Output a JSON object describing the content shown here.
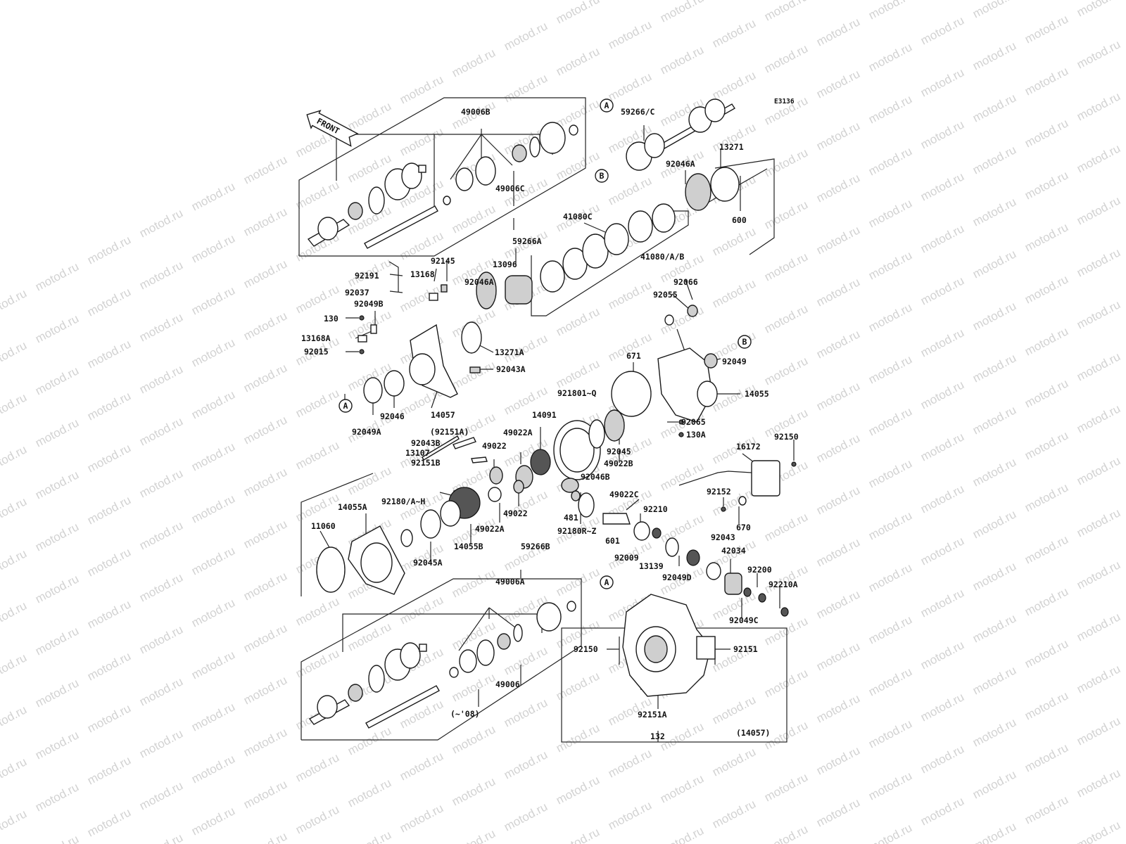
{
  "watermark": "motod.ru",
  "diagram_code": "E3136",
  "front_label": "FRONT",
  "callouts": {
    "a": "A",
    "b": "B"
  },
  "parts": {
    "p49006b": "49006B",
    "p49006c": "49006C",
    "p59266a": "59266A",
    "p59266c": "59266/C",
    "p13271": "13271",
    "p92046a_top": "92046A",
    "p600": "600",
    "p41080c": "41080C",
    "p41080ab": "41080/A/B",
    "p92191": "92191",
    "p92145": "92145",
    "p13168": "13168",
    "p13096": "13096",
    "p92046a_mid": "92046A",
    "p92037": "92037",
    "p92049b": "92049B",
    "p130": "130",
    "p13168a": "13168A",
    "p92015": "92015",
    "p13271a": "13271A",
    "p92043a": "92043A",
    "p92066": "92066",
    "p92055": "92055",
    "p92049": "92049",
    "p671": "671",
    "p14055": "14055",
    "p92046": "92046",
    "p14057": "14057",
    "p92049a": "92049A",
    "p92151a_paren": "(92151A)",
    "p92180iq": "921801~Q",
    "p14091": "14091",
    "p92065": "92065",
    "p130a": "130A",
    "p92045": "92045",
    "p49022b": "49022B",
    "p92043b": "92043B",
    "p13107": "13107",
    "p49022a_top": "49022A",
    "p49022_top": "49022",
    "p92151b": "92151B",
    "p92150_right": "92150",
    "p16172": "16172",
    "p92046b": "92046B",
    "p49022c": "49022C",
    "p92152": "92152",
    "p670": "670",
    "p92180ah": "92180/A~H",
    "p14055a": "14055A",
    "p481": "481",
    "p92180rz": "92180R~Z",
    "p49022_mid": "49022",
    "p49022a_bot": "49022A",
    "p92210": "92210",
    "p601": "601",
    "p92043": "92043",
    "p11060": "11060",
    "p14055b": "14055B",
    "p92009": "92009",
    "p42034": "42034",
    "p13139": "13139",
    "p92045a": "92045A",
    "p59266b": "59266B",
    "p92049d": "92049D",
    "p92200": "92200",
    "p92210a": "92210A",
    "p49006a": "49006A",
    "p92049c": "92049C",
    "p92150_box": "92150",
    "p92151_box": "92151",
    "p49006": "49006",
    "p08": "(~'08)",
    "p92151a_box": "92151A",
    "p132": "132",
    "p14057_paren": "(14057)"
  }
}
